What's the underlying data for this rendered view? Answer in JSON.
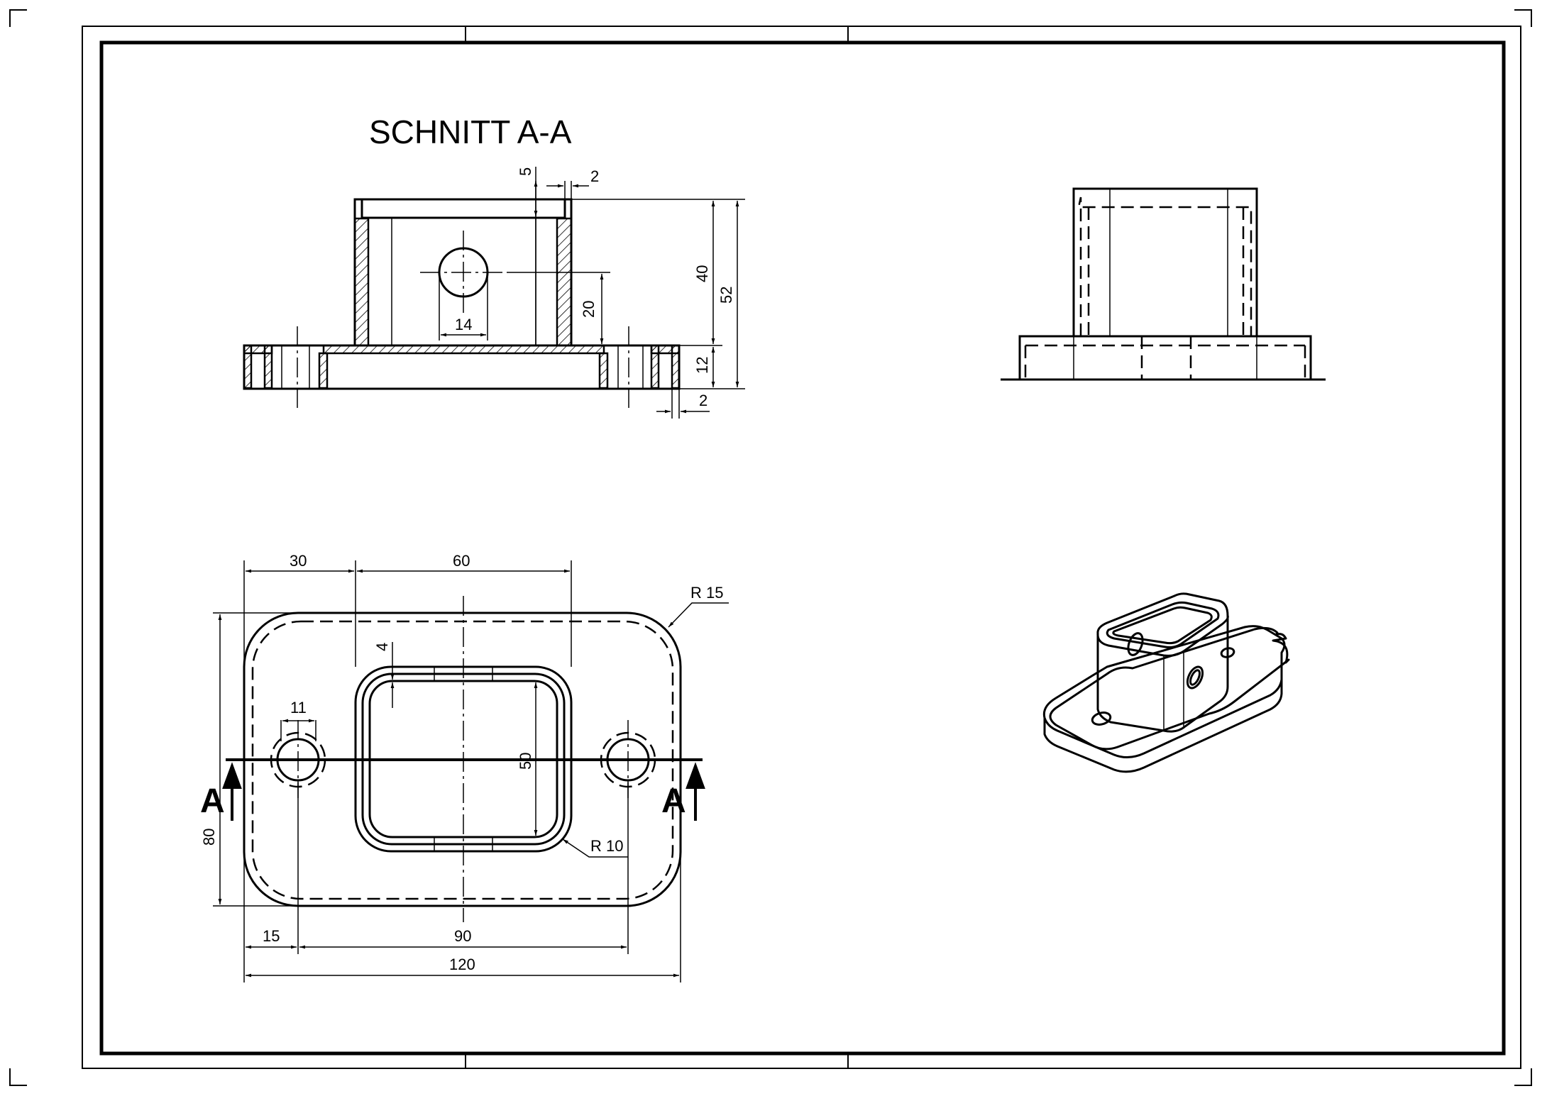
{
  "drawing": {
    "section_title": "SCHNITT A-A",
    "section_marker_left": "A",
    "section_marker_right": "A"
  },
  "section_view_dims": {
    "top_lip_depth": "5",
    "top_lip_offset": "2",
    "hole_diameter": "14",
    "hole_height": "20",
    "tube_height": "40",
    "total_height": "52",
    "base_thickness": "12",
    "base_edge_offset": "2"
  },
  "top_view_dims": {
    "hole_offset": "30",
    "tube_width": "60",
    "corner_radius_outer": "R 15",
    "wall_thickness": "4",
    "hole_size": "11",
    "tube_depth": "50",
    "corner_radius_inner": "R 10",
    "plate_depth": "80",
    "edge_to_hole": "15",
    "hole_spacing": "90",
    "plate_width": "120"
  }
}
